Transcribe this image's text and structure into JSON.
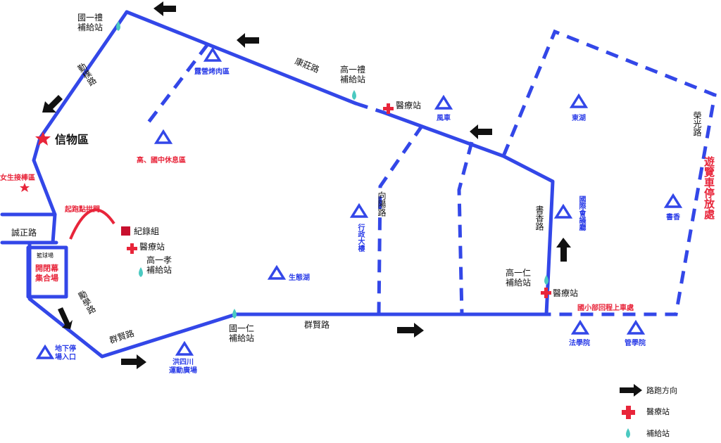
{
  "colors": {
    "route": "#3347e8",
    "text": "#111111",
    "accent_red": "#e8253a",
    "drop": "#4bc9c1",
    "arrow": "#111111"
  },
  "icons": [
    "direction-arrow-icon",
    "medical-cross-icon",
    "water-drop-icon",
    "triangle-landmark-icon",
    "star-icon",
    "record-square-icon"
  ],
  "labels": {
    "supply_li1": "國一禮\n補給站",
    "supply_li2": "高一禮\n補給站",
    "supply_ren1": "高一仁\n補給站",
    "supply_ren2": "國一仁\n補給站",
    "supply_xiao": "高一孝\n補給站",
    "medical_1": "醫療站",
    "medical_2": "醫療站",
    "medical_3": "醫療站",
    "record_group": "紀錄組",
    "start_gate": "起跑點拱門",
    "xinwu": "信物區",
    "girls_stick": "女生接棒區",
    "opening_gather": "開閉幕\n集合場",
    "basketball": "籃球場",
    "camp_bbq": "露營烤肉區",
    "rest_area": "高、國中休息區",
    "windmill": "風車",
    "east_lake": "東湖",
    "admin_bldg": "行政大樓",
    "conf_hall": "國際會議廳",
    "shuxiang": "書香",
    "eco_lake": "生態湖",
    "law_school": "法學院",
    "mgmt_school": "管學院",
    "hongsichuan": "洪四川\n運動廣場",
    "parking": "地下停\n場入口",
    "tour_bus": "遊覽車停放處",
    "elem_pickup": "國小部回程上車處"
  },
  "roads": {
    "qinpu": "勤樸路",
    "kangzhuang": "康莊路",
    "rongguang": "榮光路",
    "xiangyang": "向陽路",
    "shuxiang": "書香路",
    "chengzheng": "誠正路",
    "lixue": "勵學路",
    "qunxian1": "群賢路",
    "qunxian2": "群賢路"
  },
  "legend": {
    "direction": "路跑方向",
    "medical": "醫療站",
    "supply": "補給站"
  }
}
